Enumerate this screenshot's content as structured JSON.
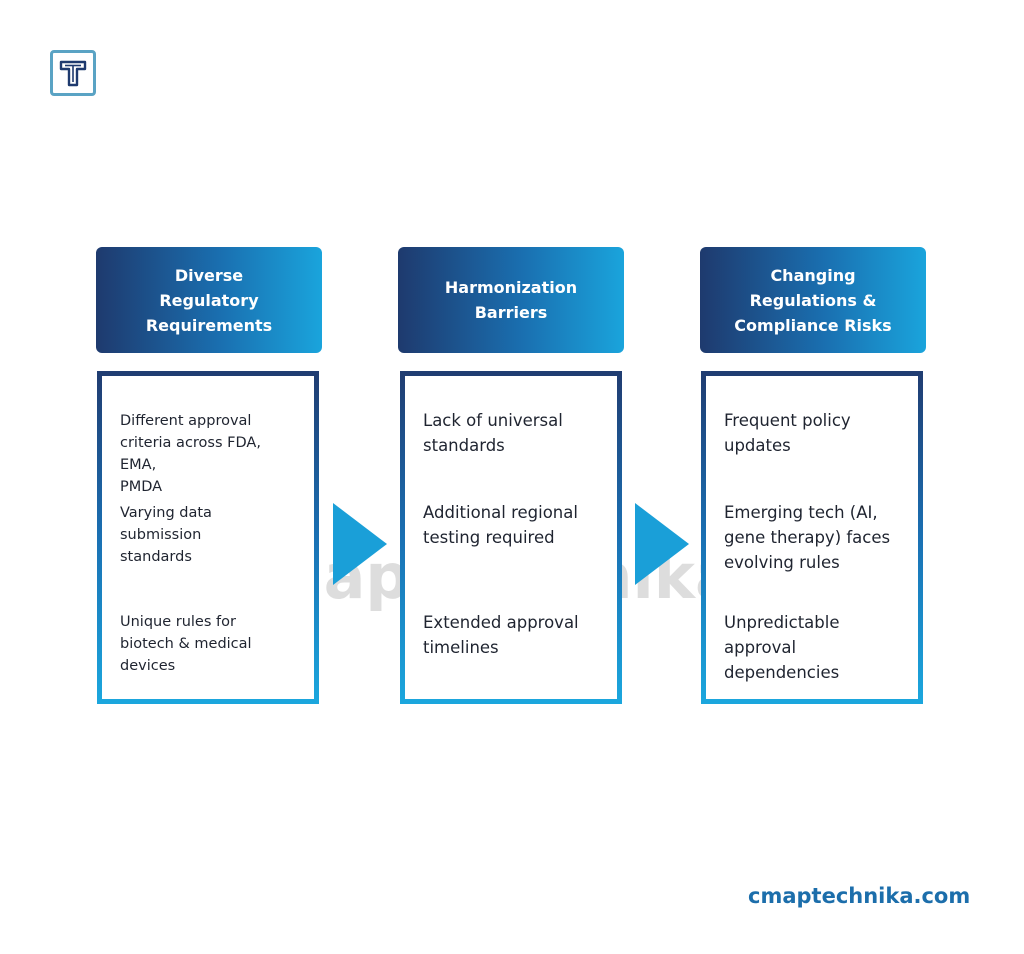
{
  "logo": {
    "letter": "T"
  },
  "watermark": "cMap Technika®",
  "columns": [
    {
      "title": "Diverse\nRegulatory\nRequirements",
      "items": [
        "Different approval\ncriteria across FDA, EMA,\nPMDA",
        "Varying data\nsubmission\nstandards",
        "Unique rules for\nbiotech & medical\ndevices"
      ]
    },
    {
      "title": "Harmonization\nBarriers",
      "items": [
        "Lack of universal\nstandards",
        "Additional regional\ntesting required",
        "Extended approval\ntimelines"
      ]
    },
    {
      "title": "Changing\nRegulations &\nCompliance Risks",
      "items": [
        "Frequent policy\nupdates",
        "Emerging tech (AI,\ngene therapy) faces\nevolving rules",
        "Unpredictable\napproval\ndependencies"
      ]
    }
  ],
  "colors": {
    "header_start": "#1e3a6e",
    "header_end": "#1aa4dc",
    "arrow": "#1a9fd8",
    "website": "#1c6eab"
  },
  "footer": {
    "website": "cmaptechnika.com"
  }
}
